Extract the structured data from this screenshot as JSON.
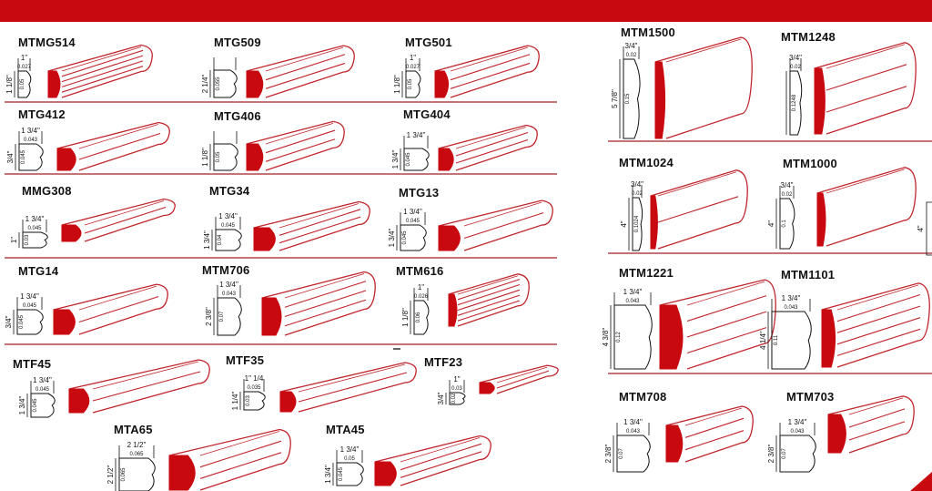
{
  "colors": {
    "brand_red": "#c8090f",
    "outline_red": "#c0262c",
    "divider": "#b0464a"
  },
  "left_panel": {
    "items": [
      {
        "name": "MTMG514",
        "width": "1\"",
        "width_code": "0.027",
        "height": "1 1/8\"",
        "height_code": "0.05"
      },
      {
        "name": "MTG509",
        "width": "",
        "width_code": "",
        "height": "2 1/4\"",
        "height_code": "0.055"
      },
      {
        "name": "MTG501",
        "width": "1\"",
        "width_code": "0.027",
        "height": "1 1/8\"",
        "height_code": "0.05"
      },
      {
        "name": "MTG412",
        "width": "1 3/4\"",
        "width_code": "0.043",
        "height": "3/4\"",
        "height_code": "0.045"
      },
      {
        "name": "MTG406",
        "width": "",
        "width_code": "",
        "height": "1 1/8\"",
        "height_code": "0.05"
      },
      {
        "name": "MTG404",
        "width": "1 3/4\"",
        "width_code": "",
        "height": "1 3/4\"",
        "height_code": "0.045"
      },
      {
        "name": "MMG308",
        "width": "1 3/4\"",
        "width_code": "0.045",
        "height": "1\"",
        "height_code": "0.03"
      },
      {
        "name": "MTG34",
        "width": "1 3/4\"",
        "width_code": "0.045",
        "height": "1 3/4\"",
        "height_code": "0.04"
      },
      {
        "name": "MTG13",
        "width": "1 3/4\"",
        "width_code": "0.045",
        "height": "1 3/4\"",
        "height_code": "0.045"
      },
      {
        "name": "MTG14",
        "width": "1 3/4\"",
        "width_code": "0.045",
        "height": "3/4\"",
        "height_code": "0.045"
      },
      {
        "name": "MTM706",
        "width": "1 3/4\"",
        "width_code": "0.043",
        "height": "2 3/8\"",
        "height_code": "0.07"
      },
      {
        "name": "MTM616",
        "width": "1\"",
        "width_code": "0.026",
        "height": "1 1/8\"",
        "height_code": "0.06"
      },
      {
        "name": "MTF45",
        "width": "1 3/4\"",
        "width_code": "0.045",
        "height": "1 3/4\"",
        "height_code": "0.045"
      },
      {
        "name": "MTF35",
        "width": "1\" 1/4",
        "width_code": "0.035",
        "height": "1 1/4\"",
        "height_code": "0.03"
      },
      {
        "name": "MTF23",
        "width": "1\"",
        "width_code": "0.03",
        "height": "3/4\"",
        "height_code": "0.02"
      },
      {
        "name": "MTA65",
        "width": "2 1/2\"",
        "width_code": "0.065",
        "height": "2 1/2\"",
        "height_code": "0.065"
      },
      {
        "name": "MTA45",
        "width": "1 3/4\"",
        "width_code": "0.05",
        "height": "1 3/4\"",
        "height_code": "0.045"
      }
    ]
  },
  "right_panel": {
    "items": [
      {
        "name": "MTM1500",
        "width": "3/4\"",
        "width_code": "0.02",
        "height": "5 7/8\"",
        "height_code": "0.15"
      },
      {
        "name": "MTM1248",
        "width": "3/4\"",
        "width_code": "0.02",
        "height": "",
        "height_code": "0.1248"
      },
      {
        "name": "MTM1024",
        "width": "3/4\"",
        "width_code": "0.02",
        "height": "4\"",
        "height_code": "0.1024"
      },
      {
        "name": "MTM1000",
        "width": "3/4\"",
        "width_code": "0.02",
        "height": "4\"",
        "height_code": "0.1"
      },
      {
        "name": "MTM1221",
        "width": "1 3/4\"",
        "width_code": "0.043",
        "height": "4 3/8\"",
        "height_code": "0.12"
      },
      {
        "name": "MTM1101",
        "width": "1 3/4\"",
        "width_code": "0.043",
        "height": "4 1/4\"",
        "height_code": "0.11"
      },
      {
        "name": "MTM708",
        "width": "1 3/4\"",
        "width_code": "0.043",
        "height": "2 3/8\"",
        "height_code": "0.07"
      },
      {
        "name": "MTM703",
        "width": "1 3/4\"",
        "width_code": "0.043",
        "height": "2 3/8\"",
        "height_code": "0.07"
      }
    ],
    "partial_height": "4\""
  }
}
